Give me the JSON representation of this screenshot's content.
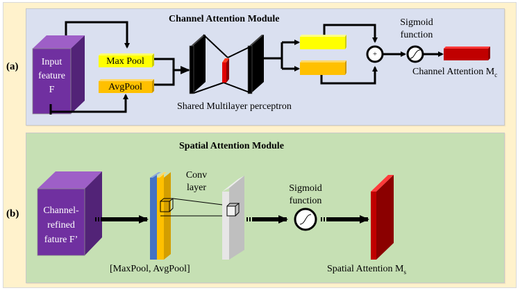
{
  "figure": {
    "panels": [
      {
        "label": "(a)",
        "title": "Channel Attention Module",
        "input_label_lines": [
          "Input",
          "feature",
          "F"
        ],
        "max_pool_label": "Max Pool",
        "avg_pool_label": "AvgPool",
        "mlp_label": "Shared Multilayer perceptron",
        "sigmoid_label_lines": [
          "Sigmoid",
          "function"
        ],
        "sum_symbol": "+",
        "output_label": "Channel Attention M",
        "output_subscript": "c"
      },
      {
        "label": "(b)",
        "title": "Spatial Attention Module",
        "input_label_lines": [
          "Channel-",
          "refined",
          "fature F’"
        ],
        "pooled_label": "[MaxPool, AvgPool]",
        "conv_label_lines": [
          "Conv",
          "layer"
        ],
        "sigmoid_label_lines": [
          "Sigmoid",
          "function"
        ],
        "output_label": "Spatial Attention M",
        "output_subscript": "s"
      }
    ],
    "colors": {
      "frame_background": "#FFF2CC",
      "channel_panel_background": "#DAE0F0",
      "spatial_panel_background": "#C6E0B4",
      "feature_cube": "#7030A0",
      "max_pool": "#FFFF00",
      "avg_pool": "#FFC000",
      "attention_map": "#C00000",
      "conv_output": "#D9D9D9",
      "max_pool_channel": "#4472C4"
    }
  }
}
